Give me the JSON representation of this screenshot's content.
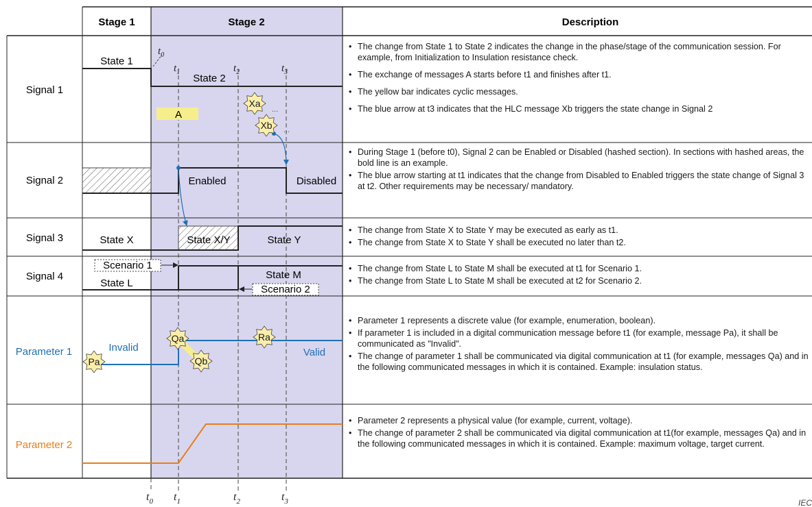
{
  "colors": {
    "stage2_bg": "#d8d6ee",
    "param1": "#1f6fb5",
    "param2": "#e87e18",
    "arrow": "#1f6fb5",
    "cyclic_bar": "#f6ee8c",
    "message_star": "#fbeeaa"
  },
  "header": {
    "stage1": "Stage 1",
    "stage2": "Stage 2",
    "description": "Description"
  },
  "rows": {
    "signal1": "Signal 1",
    "signal2": "Signal 2",
    "signal3": "Signal 3",
    "signal4": "Signal 4",
    "parameter1": "Parameter 1",
    "parameter2": "Parameter 2"
  },
  "labels": {
    "state1": "State 1",
    "state2": "State 2",
    "a": "A",
    "enabled": "Enabled",
    "disabled": "Disabled",
    "statex": "State X",
    "statexy": "State X/Y",
    "statey": "State Y",
    "scenario1": "Scenario 1",
    "scenario2": "Scenario 2",
    "statem": "State M",
    "statel": "State L",
    "invalid": "Invalid",
    "valid": "Valid",
    "ellipsis": "..."
  },
  "messages": {
    "xa": "Xa",
    "xb": "Xb",
    "pa": "Pa",
    "qa": "Qa",
    "qb": "Qb",
    "ra": "Ra"
  },
  "time": {
    "t": "t",
    "s0": "0",
    "s1": "1",
    "s2": "2",
    "s3": "3"
  },
  "watermark": "IEC",
  "descriptions": {
    "signal1": [
      "The change from State 1 to State 2 indicates the change in the phase/stage of the communication session. For example, from Initialization to Insulation resistance check.",
      "The exchange of messages A starts before t1 and finishes after t1.",
      "The yellow bar indicates cyclic messages.",
      "The blue arrow at t3 indicates that the HLC message Xb triggers the state change in Signal 2"
    ],
    "signal2": [
      "During Stage 1 (before t0), Signal 2 can be Enabled or Disabled (hashed section). In sections with hashed areas, the bold line is an example.",
      "The blue arrow starting at t1 indicates that the change from Disabled to Enabled triggers the state change of Signal 3 at t2. Other requirements may be necessary/ mandatory."
    ],
    "signal3": [
      "The change from State X to State Y may be executed as early as t1.",
      "The change from State X to State Y shall be executed no later than t2."
    ],
    "signal4": [
      "The change from State L to State M shall be executed at t1 for Scenario 1.",
      "The change from State L to State M shall be executed at t2 for Scenario 2."
    ],
    "parameter1": [
      "Parameter 1 represents a discrete value (for example, enumeration, boolean).",
      "If parameter 1 is included in a digital communication message before t1 (for example, message Pa), it shall be communicated as \"Invalid\".",
      "The change of parameter 1 shall be communicated via digital communication at t1 (for example, messages Qa) and in the following communicated messages in which it is contained. Example: insulation status."
    ],
    "parameter2": [
      "Parameter 2 represents a physical value (for example, current, voltage).",
      "The change of parameter 2 shall be communicated via digital communication at t1(for example, messages Qa) and in the following communicated messages in which it is contained. Example: maximum voltage, target current."
    ]
  }
}
